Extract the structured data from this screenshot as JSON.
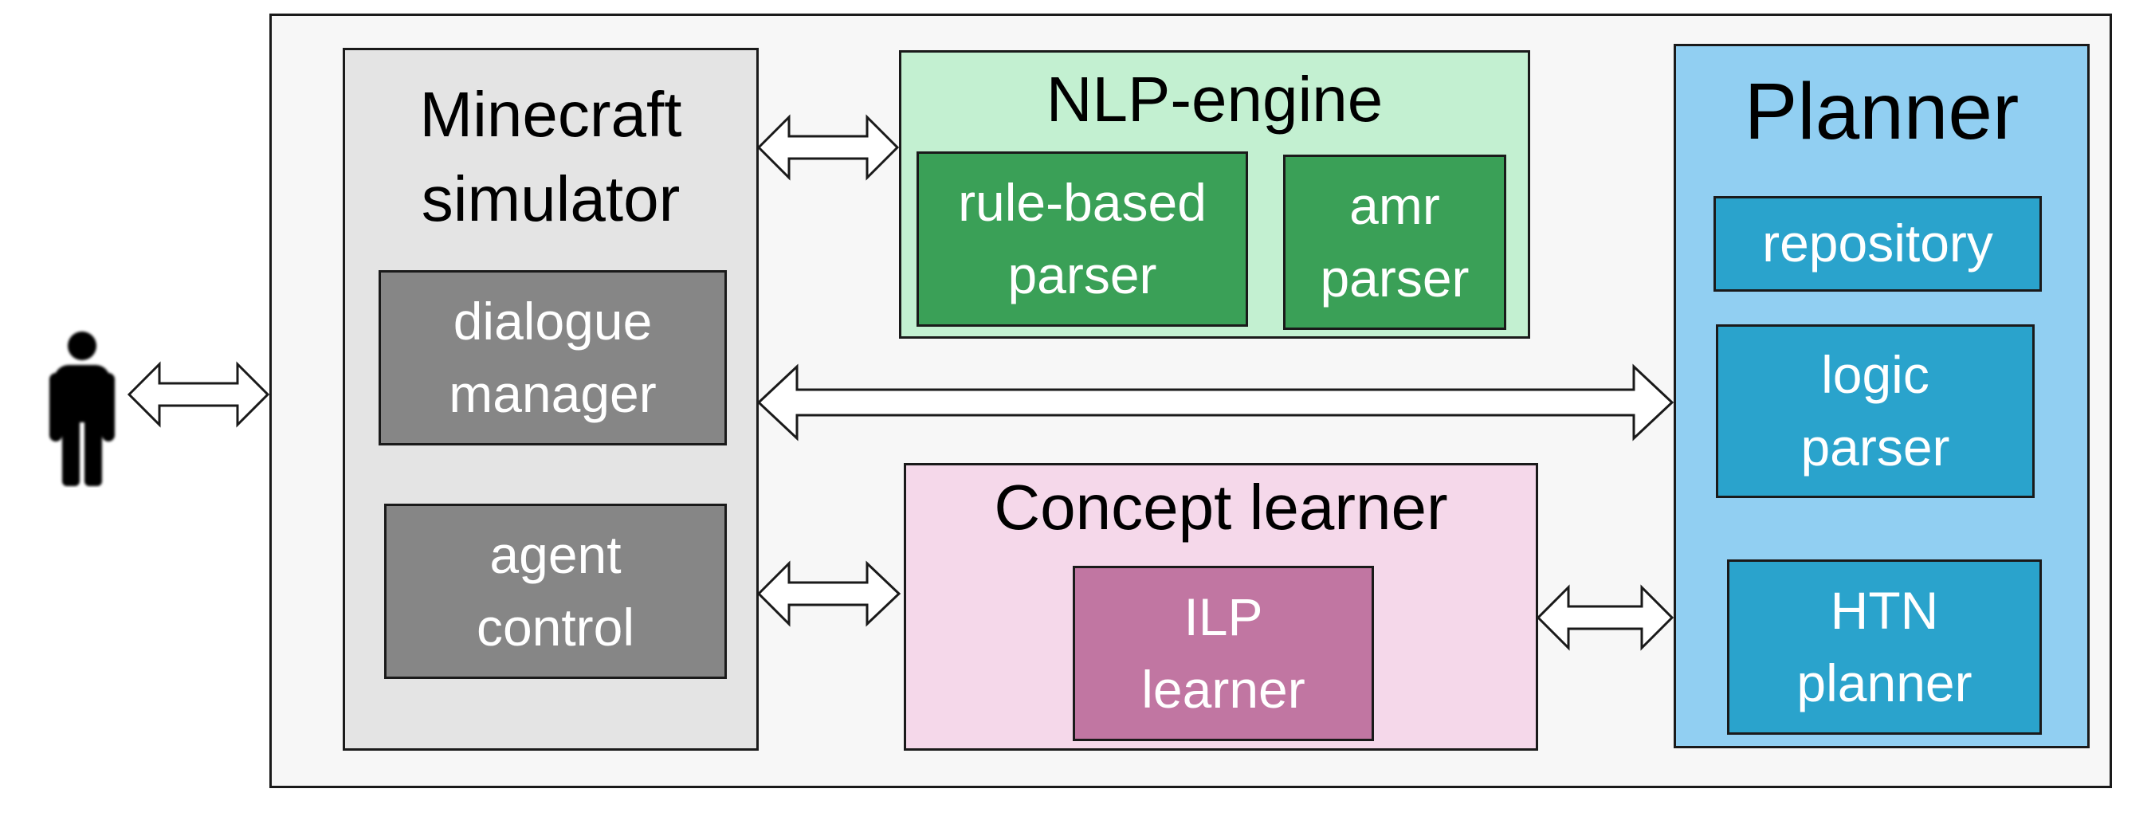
{
  "diagram": {
    "minecraft": {
      "title": "Minecraft\nsimulator",
      "dialogue": "dialogue\nmanager",
      "agent": "agent\ncontrol"
    },
    "nlp": {
      "title": "NLP-engine",
      "rule": "rule-based\nparser",
      "amr": "amr\nparser"
    },
    "concept": {
      "title": "Concept learner",
      "ilp": "ILP\nlearner"
    },
    "planner": {
      "title": "Planner",
      "repository": "repository",
      "logic": "logic\nparser",
      "htn": "HTN\nplanner"
    }
  },
  "icons": {
    "user": "person-icon",
    "arrow": "double-arrow-icon"
  },
  "colors": {
    "outer_bg": "#f7f7f7",
    "minecraft_bg": "#e4e4e4",
    "dark_gray": "#868686",
    "nlp_bg": "#c3f0d1",
    "nlp_inner": "#3aa057",
    "concept_bg": "#f5d8ea",
    "ilp_bg": "#c176a2",
    "planner_bg": "#91cff2",
    "planner_inner": "#2aa3cc"
  }
}
